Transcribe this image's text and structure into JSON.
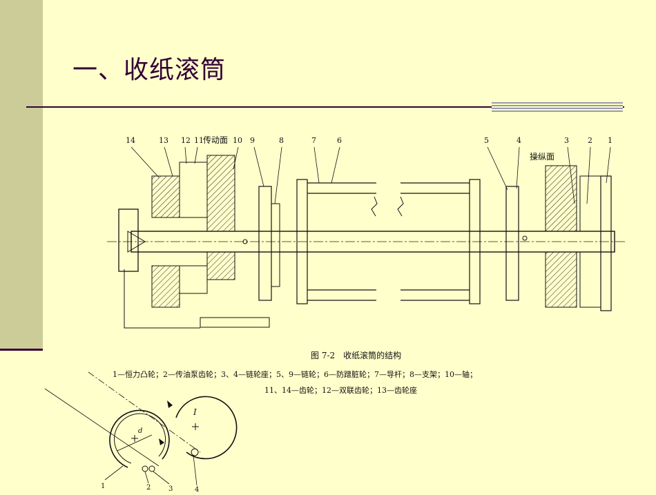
{
  "slide": {
    "title": "一、收纸滚筒"
  },
  "figure": {
    "callouts": [
      "14",
      "13",
      "12",
      "11",
      "传动面",
      "10",
      "9",
      "8",
      "7",
      "6",
      "5",
      "4",
      "3",
      "2",
      "1",
      "操纵面"
    ],
    "caption_title": "图 7-2　收纸滚筒的结构",
    "caption_line1": "1—恒力凸轮；2—传油泵齿轮；3、4—链轮座；5、9—链轮；6—防蹭脏轮；7—导杆；8—支架；10—轴；",
    "caption_line2": "11、14—齿轮；12—双联齿轮；13—齿轮座"
  },
  "diagram2": {
    "labels": [
      "I",
      "d",
      "1",
      "2",
      "3",
      "4"
    ]
  }
}
